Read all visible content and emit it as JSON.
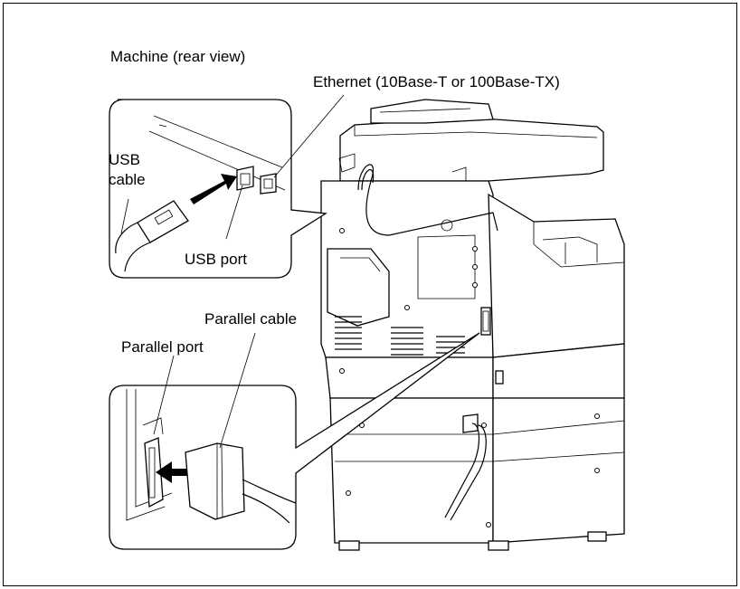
{
  "labels": {
    "title": "Machine (rear view)",
    "ethernet": "Ethernet (10Base-T or 100Base-TX)",
    "usb_cable_line1": "USB",
    "usb_cable_line2": "cable",
    "usb_port": "USB port",
    "parallel_cable": "Parallel cable",
    "parallel_port": "Parallel port"
  }
}
